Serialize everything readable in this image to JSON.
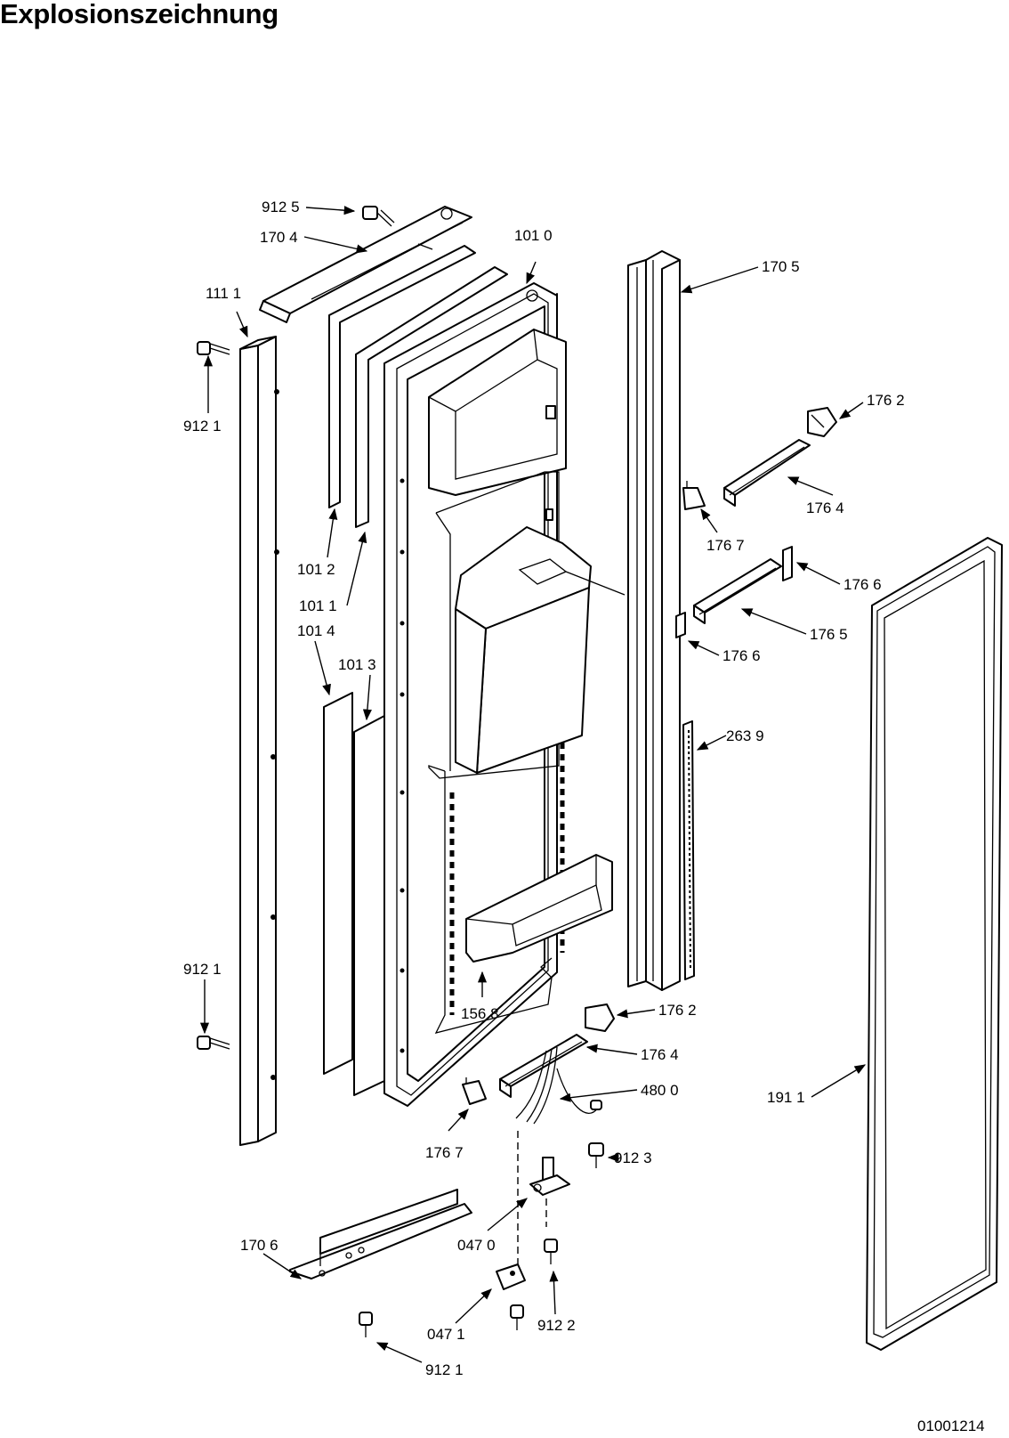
{
  "title": "Explosionszeichnung",
  "drawing_number": "01001214",
  "part_labels": {
    "p9125": "912 5",
    "p1704": "170 4",
    "p1010": "101 0",
    "p1705": "170 5",
    "p1111": "111 1",
    "p9121a": "912 1",
    "p1762a": "176 2",
    "p1764a": "176 4",
    "p1767a": "176 7",
    "p1012": "101 2",
    "p1011": "101 1",
    "p1014": "101 4",
    "p1013": "101 3",
    "p1766a": "176 6",
    "p1765": "176 5",
    "p1766b": "176 6",
    "p2639": "263 9",
    "p9121b": "912 1",
    "p1568": "156 8",
    "p1762b": "176 2",
    "p1764b": "176 4",
    "p4800": "480 0",
    "p1911": "191 1",
    "p1767b": "176 7",
    "p9123": "912 3",
    "p1706": "170 6",
    "p0470": "047 0",
    "p0471": "047 1",
    "p9122": "912 2",
    "p9121c": "912 1"
  }
}
